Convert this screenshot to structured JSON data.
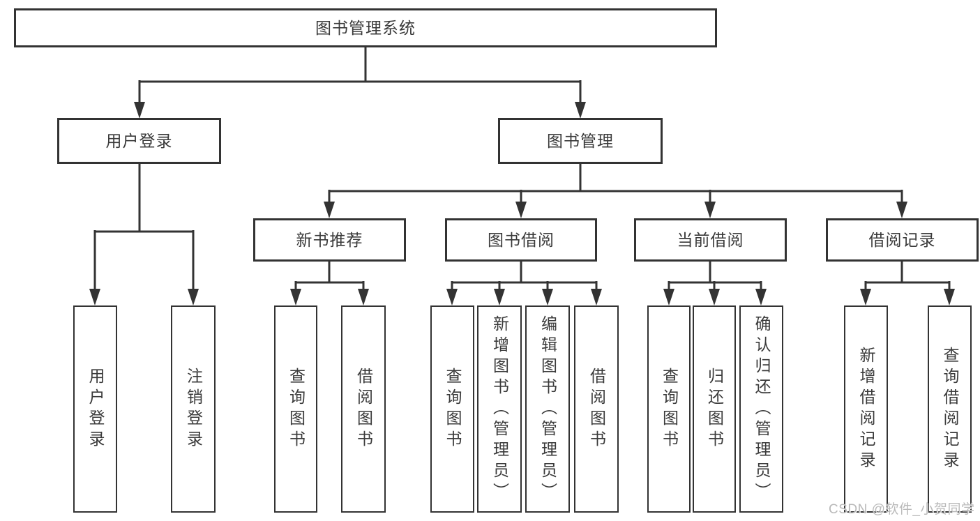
{
  "diagram": {
    "root": {
      "label": "图书管理系统"
    },
    "level2": {
      "user": {
        "label": "用户登录"
      },
      "book": {
        "label": "图书管理"
      }
    },
    "level3": {
      "newbook": {
        "label": "新书推荐"
      },
      "borrow": {
        "label": "图书借阅"
      },
      "current": {
        "label": "当前借阅"
      },
      "records": {
        "label": "借阅记录"
      }
    },
    "leaves": {
      "user": [
        {
          "label": "用户登录"
        },
        {
          "label": "注销登录"
        }
      ],
      "newbook": [
        {
          "label": "查询图书"
        },
        {
          "label": "借阅图书"
        }
      ],
      "borrow": [
        {
          "label": "查询图书"
        },
        {
          "label": "新增图书（管理员）"
        },
        {
          "label": "编辑图书（管理员）"
        },
        {
          "label": "借阅图书"
        }
      ],
      "current": [
        {
          "label": "查询图书"
        },
        {
          "label": "归还图书"
        },
        {
          "label": "确认归还（管理员）"
        }
      ],
      "records": [
        {
          "label": "新增借阅记录"
        },
        {
          "label": "查询借阅记录"
        }
      ]
    }
  },
  "watermark": {
    "text": "CSDN @软件_小贺同学"
  },
  "colors": {
    "line": "#333333",
    "box_border": "#333333",
    "text": "#3a3a3a",
    "background": "#ffffff",
    "watermark": "#b9b9b9"
  }
}
